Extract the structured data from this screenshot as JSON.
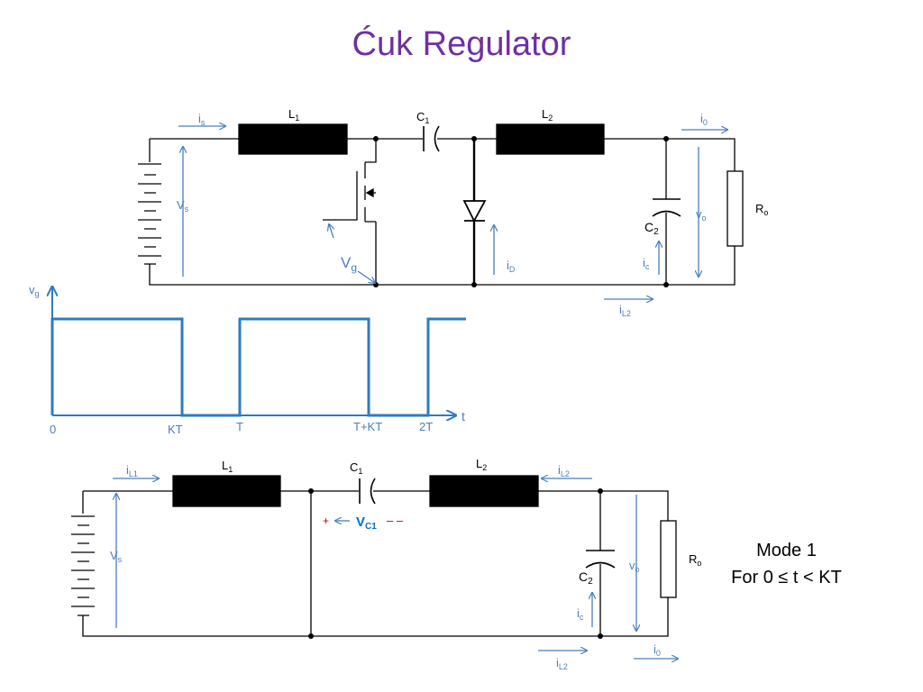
{
  "title": "Ćuk Regulator",
  "colors": {
    "title": "#7030A0",
    "wire": "#000000",
    "annot": "#4A7EBB",
    "waveform": "#2F7BC0",
    "plus": "#C00000",
    "minus": "#C00000",
    "vc1": "#0070C0"
  },
  "circuit1": {
    "is": "i",
    "is_sub": "s",
    "L1": "L",
    "L1_sub": "1",
    "C1": "C",
    "C1_sub": "1",
    "L2": "L",
    "L2_sub": "2",
    "i0": "i",
    "i0_sub": "0",
    "Vs": "V",
    "Vs_sub": "s",
    "vo": "v",
    "vo_sub": "o",
    "Ro": "R",
    "Ro_sub": "o",
    "C2": "C",
    "C2_sub": "2",
    "Vg": "V",
    "Vg_sub": "g",
    "iD": "i",
    "iD_sub": "D",
    "ic": "i",
    "ic_sub": "c",
    "iL2": "i",
    "iL2_sub": "L2"
  },
  "waveform": {
    "vg": "v",
    "vg_sub": "g",
    "t": "t",
    "ticks": [
      "0",
      "KT",
      "T",
      "T+KT",
      "2T"
    ]
  },
  "circuit2": {
    "iL1": "i",
    "iL1_sub": "L1",
    "L1": "L",
    "L1_sub": "1",
    "C1": "C",
    "C1_sub": "1",
    "L2": "L",
    "L2_sub": "2",
    "iL2_top": "i",
    "iL2_top_sub": "L2",
    "Vs": "V",
    "Vs_sub": "s",
    "plus": "+",
    "VC1": "V",
    "VC1_sub": "C1",
    "minus": "– –",
    "C2": "C",
    "C2_sub": "2",
    "vo": "v",
    "vo_sub": "o",
    "Ro": "R",
    "Ro_sub": "o",
    "ic": "i",
    "ic_sub": "c",
    "iL2_bot": "i",
    "iL2_bot_sub": "L2",
    "i0": "i",
    "i0_sub": "0"
  },
  "mode": {
    "line1": "Mode 1",
    "line2": "For 0 ≤ t < KT"
  }
}
